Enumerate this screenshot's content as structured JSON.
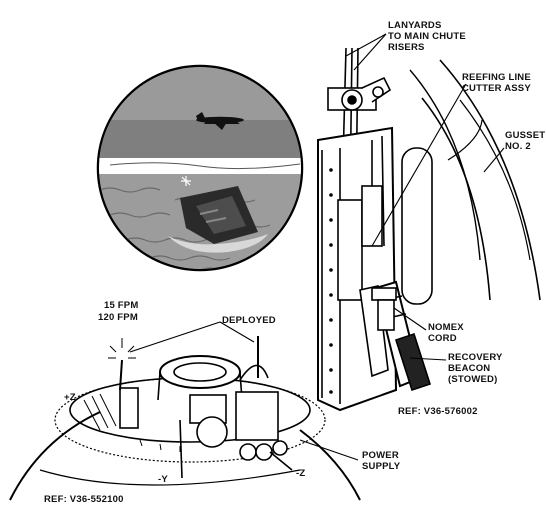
{
  "labels": {
    "lanyards_line1": "LANYARDS",
    "lanyards_line2": "TO MAIN CHUTE",
    "lanyards_line3": "RISERS",
    "reefing_line1": "REEFING LINE",
    "reefing_line2": "CUTTER ASSY",
    "gusset_line1": "GUSSET",
    "gusset_line2": "NO. 2",
    "nomex_line1": "NOMEX",
    "nomex_line2": "CORD",
    "beacon_line1": "RECOVERY",
    "beacon_line2": "BEACON",
    "beacon_line3": "(STOWED)",
    "ref_right": "REF: V36-576002",
    "fpm_15": "15 FPM",
    "fpm_120": "120 FPM",
    "deployed": "DEPLOYED",
    "plus_z": "+Z",
    "minus_y": "-Y",
    "minus_z": "-Z",
    "power_line1": "POWER",
    "power_line2": "SUPPLY",
    "ref_left": "REF: V36-552100"
  }
}
